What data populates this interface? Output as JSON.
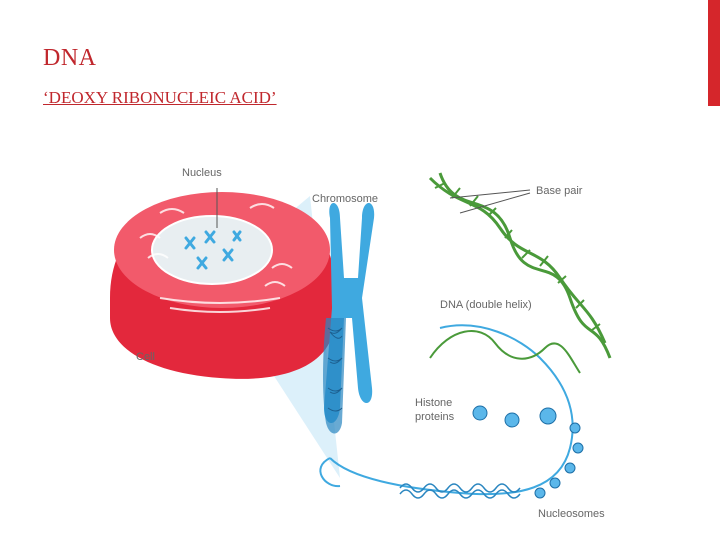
{
  "slide": {
    "title": "DNA",
    "subtitle": "‘DEOXY RIBONUCLEIC ACID’"
  },
  "diagram": {
    "labels": {
      "nucleus": "Nucleus",
      "chromosome": "Chromosome",
      "base_pair": "Base pair",
      "dna_double_helix": "DNA (double helix)",
      "cell": "Cell",
      "histone_line1": "Histone",
      "histone_line2": "proteins",
      "nucleosomes": "Nucleosomes"
    }
  },
  "colors": {
    "accent": "#d5262b",
    "title_text": "#c0272d",
    "cell_red": "#e3283c",
    "chromosome_blue": "#3fa9e0",
    "dna_green": "#4a9a3a"
  }
}
